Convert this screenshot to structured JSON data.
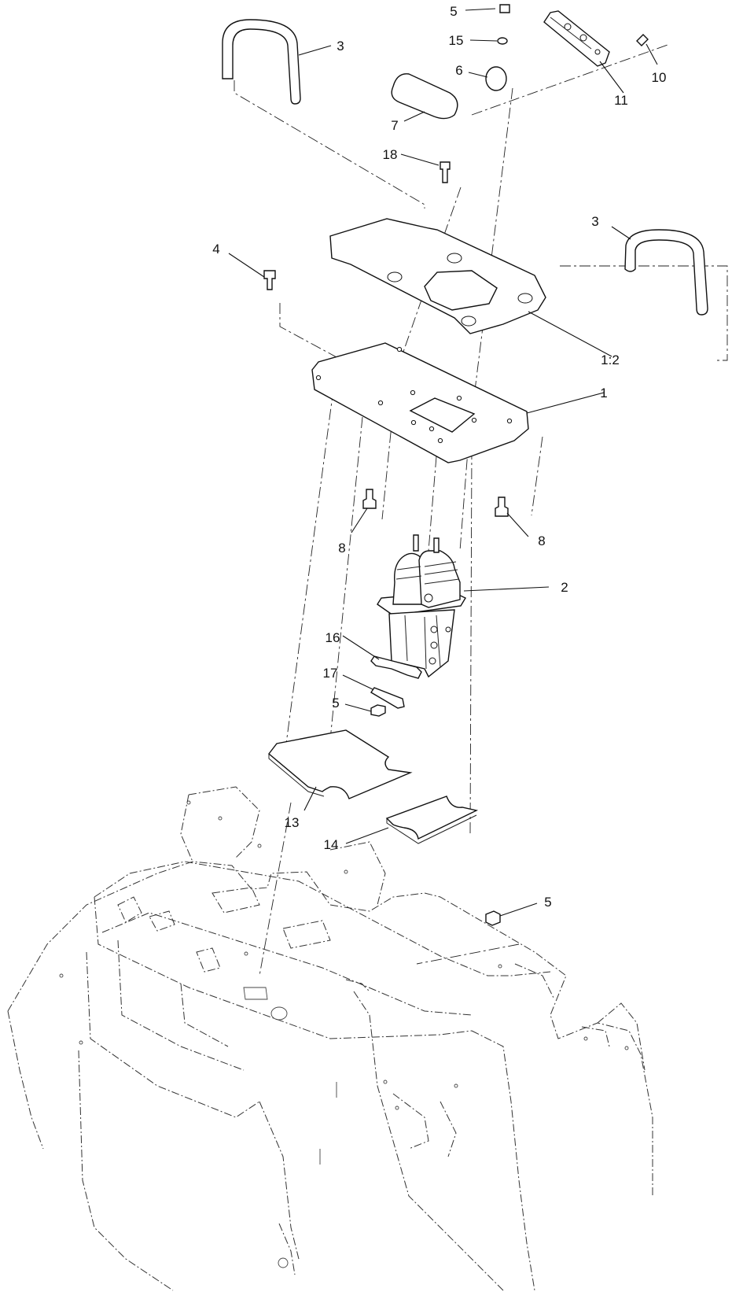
{
  "callouts": {
    "c5_top": "5",
    "c15": "15",
    "c6": "6",
    "c7": "7",
    "c3_left": "3",
    "c11": "11",
    "c10": "10",
    "c18": "18",
    "c3_right": "3",
    "c4": "4",
    "c1_2": "1:2",
    "c1": "1",
    "c8_left": "8",
    "c8_right": "8",
    "c2": "2",
    "c16": "16",
    "c17": "17",
    "c5_mid": "5",
    "c13": "13",
    "c14": "14",
    "c5_right": "5"
  }
}
